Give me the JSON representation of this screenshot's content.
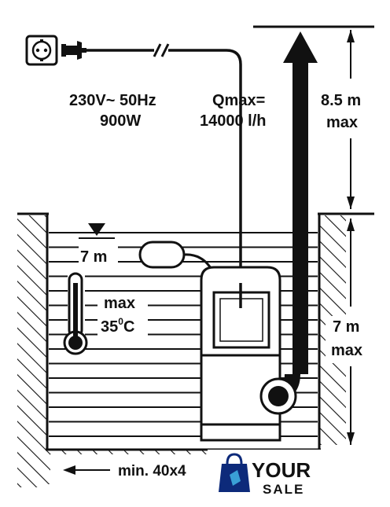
{
  "power": {
    "voltage": "230V~ 50Hz",
    "wattage": "900W"
  },
  "flow": {
    "label": "Qmax=",
    "value": "14000 l/h"
  },
  "head": {
    "height": "8.5 m",
    "suffix": "max"
  },
  "depth": {
    "height": "7 m",
    "suffix": "max"
  },
  "float_level": "7 m",
  "temperature": {
    "label": "max",
    "value": "35",
    "degree": "0",
    "unit": "C"
  },
  "min_size": "min. 40x4",
  "logo": {
    "word1": "YOUR",
    "word2": "SALE",
    "color_dark": "#0d2a7a",
    "color_accent": "#3aa0d6"
  },
  "icons": {
    "plug": "power-plug-icon",
    "thermometer": "thermometer-icon",
    "water-level": "water-level-triangle-icon",
    "float": "float-switch-icon",
    "pump": "pump-icon"
  }
}
